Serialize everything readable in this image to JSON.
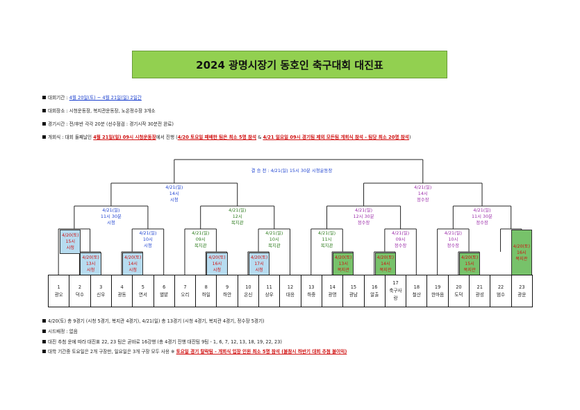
{
  "title": "2024 광명시장기 동호인 축구대회 대진표",
  "info_top": {
    "period_prefix": "대회기간 : ",
    "period_value": "4월 20일(토) ~ 4월 21일(일)  2일간",
    "venue": "대회장소 : 시청운동장, 복지관운동장, 노온정수장 3개소",
    "time": "경기시간 : 전/후반 각각 20분 (선수점검 : 경기시작 30분전 완료)",
    "opening_prefix": "개회식 : 대회 둘째날인 ",
    "opening_date": "4월 21일(일) 09시 시청운동장",
    "opening_mid": "에서 진행 (",
    "opening_red1": "4/20 토요일 패배한 팀은 최소 5명 참석",
    "opening_amp": " & ",
    "opening_red2": "4/21 일요일 09시 경기팀 제외 모든팀 개회식 참석 - 팀당 최소 20명 참석",
    "opening_end": ")"
  },
  "final_label": "결 승 전  :  4/21(일)  15시 30분  시청운동장",
  "semis": [
    {
      "lines": [
        "4/21(일)",
        "14시",
        "시청"
      ],
      "color": "blue"
    },
    {
      "lines": [
        "4/21(일)",
        "14시",
        "정수장"
      ],
      "color": "purple"
    }
  ],
  "quarters": [
    {
      "lines": [
        "4/21(일)",
        "11시 30분",
        "시청"
      ],
      "color": "blue"
    },
    {
      "lines": [
        "4/21(일)",
        "12시",
        "복지관"
      ],
      "color": "green"
    },
    {
      "lines": [
        "4/21(일)",
        "12시 30분",
        "정수장"
      ],
      "color": "purple"
    },
    {
      "lines": [
        "4/21(일)",
        "11시 30분",
        "정수장"
      ],
      "color": "purple"
    }
  ],
  "round16": [
    {
      "lines": [
        "4/20(토)",
        "15시",
        "시청"
      ],
      "style": "box-blue"
    },
    {
      "lines": [
        "4/21(일)",
        "10시",
        "시청"
      ],
      "color": "blue"
    },
    {
      "lines": [
        "4/21(일)",
        "09시",
        "복지관"
      ],
      "color": "green"
    },
    {
      "lines": [
        "4/21(일)",
        "10시",
        "복지관"
      ],
      "color": "green"
    },
    {
      "lines": [
        "4/21(일)",
        "11시",
        "복지관"
      ],
      "color": "green"
    },
    {
      "lines": [
        "4/21(일)",
        "09시",
        "정수장"
      ],
      "color": "purple"
    },
    {
      "lines": [
        "4/21(일)",
        "10시",
        "정수장"
      ],
      "color": "purple"
    },
    {
      "lines": [
        "4/20(토)",
        "16시",
        "복지관"
      ],
      "style": "box-green"
    }
  ],
  "first_round": [
    {
      "lines": [
        "4/20(토)",
        "13시",
        "시청"
      ],
      "style": "box-blue"
    },
    {
      "lines": [
        "4/20(토)",
        "14시",
        "시청"
      ],
      "style": "box-blue"
    },
    {
      "lines": [
        "4/20(토)",
        "16시",
        "시청"
      ],
      "style": "box-blue"
    },
    {
      "lines": [
        "4/20(토)",
        "17시",
        "시청"
      ],
      "style": "box-blue"
    },
    {
      "lines": [
        "4/20(토)",
        "13시",
        "복지관"
      ],
      "style": "box-green"
    },
    {
      "lines": [
        "4/20(토)",
        "14시",
        "복지관"
      ],
      "style": "box-green"
    },
    {
      "lines": [
        "4/20(토)",
        "15시",
        "복지관"
      ],
      "style": "box-green"
    }
  ],
  "teams": [
    {
      "num": "1",
      "name": "광오"
    },
    {
      "num": "2",
      "name": "덕수"
    },
    {
      "num": "3",
      "name": "신우"
    },
    {
      "num": "4",
      "name": "광동"
    },
    {
      "num": "5",
      "name": "연서"
    },
    {
      "num": "6",
      "name": "별밭"
    },
    {
      "num": "7",
      "name": "오리"
    },
    {
      "num": "8",
      "name": "하일"
    },
    {
      "num": "9",
      "name": "하안"
    },
    {
      "num": "10",
      "name": "온신"
    },
    {
      "num": "11",
      "name": "상우"
    },
    {
      "num": "12",
      "name": "대응"
    },
    {
      "num": "13",
      "name": "하중"
    },
    {
      "num": "14",
      "name": "광명"
    },
    {
      "num": "15",
      "name": "광남"
    },
    {
      "num": "16",
      "name": "알출"
    },
    {
      "num": "17",
      "name": "축구사랑"
    },
    {
      "num": "18",
      "name": "철산"
    },
    {
      "num": "19",
      "name": "한마음"
    },
    {
      "num": "20",
      "name": "도덕"
    },
    {
      "num": "21",
      "name": "광성"
    },
    {
      "num": "22",
      "name": "범수"
    },
    {
      "num": "23",
      "name": "광운"
    }
  ],
  "info_bottom": {
    "games": "4/20(토) 총 9경기 (시청 5경기, 복지관 4경기), 4/21(일) 총 13경기 (시청 4경기, 복지관 4경기, 정수장 5경기)",
    "seed": "시드배정 : 없음",
    "draw": "대진 추첨 운에 따라 대진표 22, 23 팀은 곧바로 16강행 (총 4경기 진행 대진팀 9팀 - 1, 6, 7, 12, 13, 18, 19, 22, 23)",
    "notice_prefix": "대학 기간중 토요일은 2개 구장만, 일요일은 3개 구장 모두 사용  ※ ",
    "notice_red": "토요일 경기 탈락팀 - 개회식 입장 인원 최소 5명 참석 (불참시 하반기 대회 추첨 불이익)"
  },
  "colors": {
    "title_bg": "#92d050",
    "box_blue": "#b7dcf0",
    "box_green": "#77c26a",
    "text_blue": "#1a3fcf",
    "text_green": "#2a7a1a",
    "text_purple": "#9a2aa8",
    "text_red": "#d01010"
  }
}
